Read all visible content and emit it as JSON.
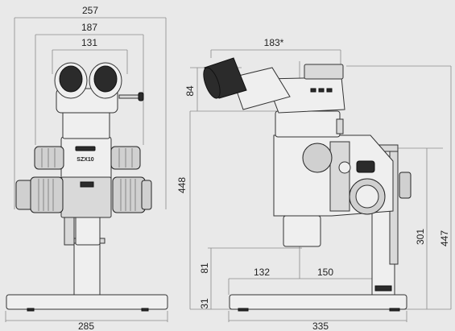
{
  "front_view": {
    "dimensions": {
      "overall_width": "257",
      "middle_width": "187",
      "eyepiece_width": "131",
      "base_width": "285",
      "height": "448"
    },
    "badge_text": "SZX10"
  },
  "side_view": {
    "dimensions": {
      "top_depth": "183*",
      "eyepiece_height": "84",
      "stage_height": "81",
      "base_thickness": "31",
      "front_offset": "132",
      "rear_offset": "150",
      "column_height": "301",
      "total_height": "447",
      "base_depth": "335"
    }
  },
  "colors": {
    "background": "#e9e9e9",
    "body": "#d9d9d9",
    "dark": "#2b2b2b",
    "dimension_line": "#8a8a8a"
  }
}
